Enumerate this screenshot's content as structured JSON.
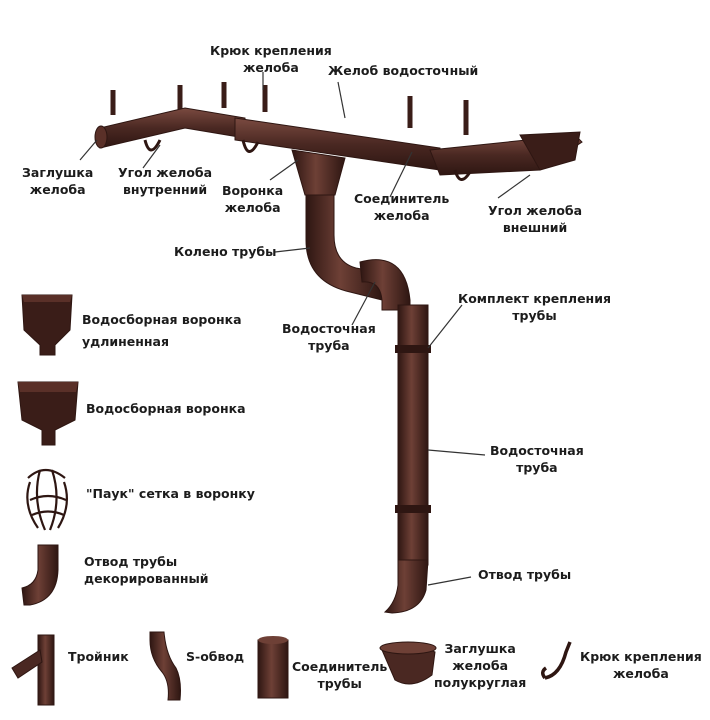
{
  "colors": {
    "metal": "#4a2822",
    "metal_dark": "#2e1612",
    "metal_light": "#7a4a40",
    "text": "#1c1c1c",
    "leader": "#333333"
  },
  "diagram": {
    "gutter_hook_top": [
      "Крюк крепления",
      "желоба"
    ],
    "gutter": [
      "Желоб водосточный"
    ],
    "end_cap": [
      "Заглушка",
      "желоба"
    ],
    "inner_corner": [
      "Угол желоба",
      "внутренний"
    ],
    "funnel": [
      "Воронка",
      "желоба"
    ],
    "gutter_connector": [
      "Соединитель",
      "желоба"
    ],
    "outer_corner": [
      "Угол желоба",
      "внешний"
    ],
    "pipe_elbow": [
      "Колено трубы"
    ],
    "pipe_bracket_kit": [
      "Комплект крепления",
      "трубы"
    ],
    "downpipe_upper": [
      "Водосточная",
      "труба"
    ],
    "downpipe_lower": [
      "Водосточная",
      "труба"
    ],
    "pipe_outlet": [
      "Отвод трубы"
    ]
  },
  "legend": {
    "long_hopper": [
      "Водосборная воронка",
      "удлиненная"
    ],
    "hopper": [
      "Водосборная воронка"
    ],
    "spider_mesh": [
      "\"Паук\" сетка в воронку"
    ],
    "decor_outlet": [
      "Отвод трубы",
      "декорированный"
    ],
    "tee": [
      "Тройник"
    ],
    "s_bend": [
      "S-обвод"
    ],
    "pipe_connector": [
      "Соединитель",
      "трубы"
    ],
    "round_cap": [
      "Заглушка",
      "желоба",
      "полукруглая"
    ],
    "hook": [
      "Крюк крепления",
      "желоба"
    ]
  }
}
